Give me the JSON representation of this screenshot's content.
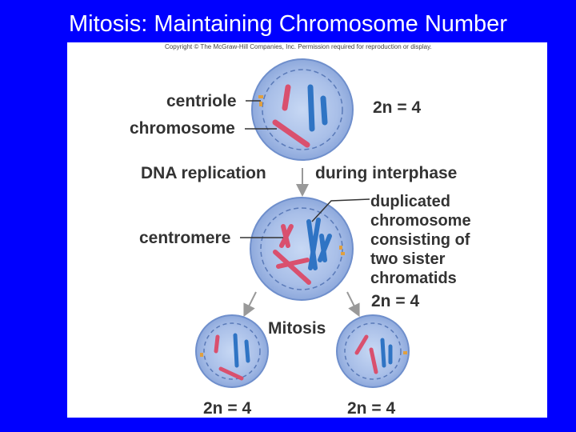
{
  "slide": {
    "title": "Mitosis: Maintaining Chromosome Number"
  },
  "figure": {
    "copyright": "Copyright © The McGraw-Hill Companies, Inc. Permission required for reproduction or display.",
    "labels": {
      "centriole": "centriole",
      "chromosome": "chromosome",
      "ploidy_parent": "2n = 4",
      "dna_replication": "DNA replication",
      "during_interphase": "during interphase",
      "centromere": "centromere",
      "duplicated_line1": "duplicated",
      "duplicated_line2": "chromosome",
      "duplicated_line3": "consisting of",
      "duplicated_line4": "two sister",
      "duplicated_line5": "chromatids",
      "ploidy_replicated": "2n = 4",
      "mitosis": "Mitosis",
      "ploidy_daughter_left": "2n = 4",
      "ploidy_daughter_right": "2n = 4"
    },
    "colors": {
      "background": "#0000ff",
      "cell_fill": "#a9bfe8",
      "cell_edge": "#6f8fcc",
      "chromosome_red": "#d9506e",
      "chromosome_blue": "#2f74c4",
      "centriole": "#e0a040",
      "arrow": "#999999"
    }
  }
}
